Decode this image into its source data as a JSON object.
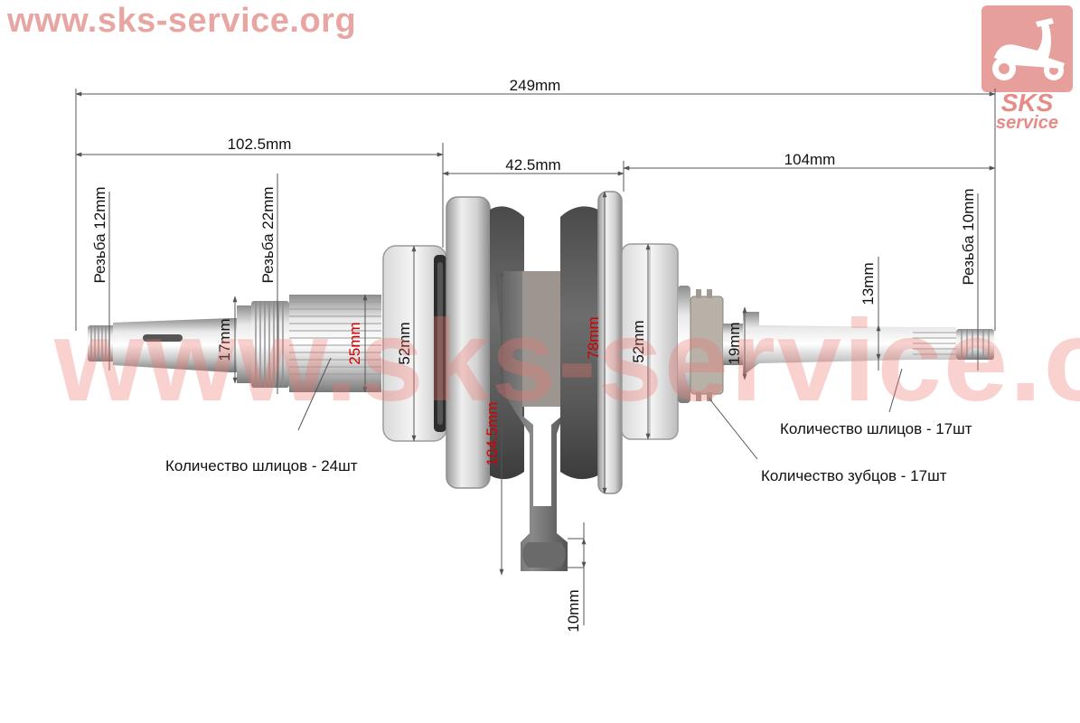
{
  "watermarks": {
    "site_url": "www.sks-service.org",
    "center_text": "www.sks-service.org",
    "logo_line1": "SKS",
    "logo_line2": "service",
    "colors": {
      "brand": "#e8a6a2",
      "logo_bg": "#e79f9c"
    }
  },
  "dimensions": {
    "overall_length": "249mm",
    "left_shaft_length": "102.5mm",
    "flywheel_width": "42.5mm",
    "right_shaft_length": "104mm",
    "left_thread": "Резьба 12mm",
    "left_spline_thread": "Резьба 22mm",
    "right_thread": "Резьба 10mm",
    "left_shaft_dia": "17mm",
    "spline_dia": "25mm",
    "left_bearing_dia": "52mm",
    "flywheel_dia": "78mm",
    "rod_length": "104.5mm",
    "right_bearing_dia": "52mm",
    "gear_dia": "19mm",
    "right_shaft_dia": "13mm",
    "rod_end_width": "10mm"
  },
  "callouts": {
    "left_splines": "Количество шлицов - 24шт",
    "right_splines": "Количество шлицов - 17шт",
    "gear_teeth": "Количество зубцов - 17шт"
  },
  "colors": {
    "dimension_line": "#555555",
    "dimension_text": "#111111",
    "highlight_text": "#d40000"
  }
}
